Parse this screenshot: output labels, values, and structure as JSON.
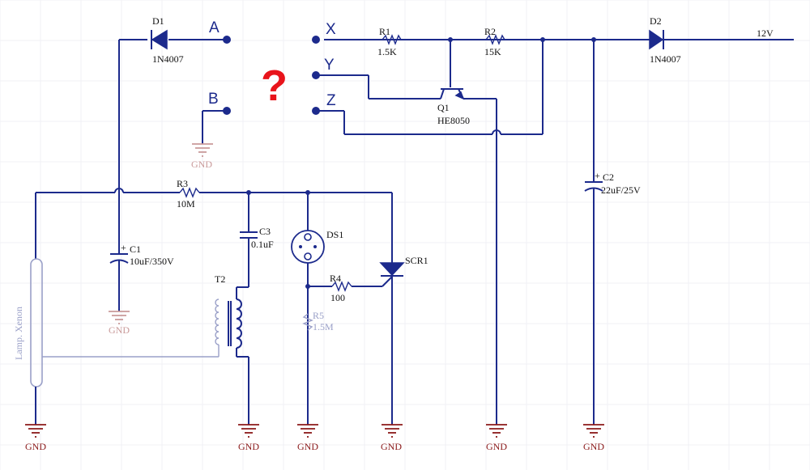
{
  "terminals": {
    "a": "A",
    "b": "B",
    "x": "X",
    "y": "Y",
    "z": "Z"
  },
  "question_mark": "?",
  "d1": {
    "ref": "D1",
    "value": "1N4007"
  },
  "d2": {
    "ref": "D2",
    "value": "1N4007"
  },
  "r1": {
    "ref": "R1",
    "value": "1.5K"
  },
  "r2": {
    "ref": "R2",
    "value": "15K"
  },
  "r3": {
    "ref": "R3",
    "value": "10M"
  },
  "r4": {
    "ref": "R4",
    "value": "100"
  },
  "r5": {
    "ref": "R5",
    "value": "1.5M"
  },
  "q1": {
    "ref": "Q1",
    "value": "HE8050"
  },
  "c1": {
    "ref": "C1",
    "value": "10uF/350V"
  },
  "c2": {
    "ref": "C2",
    "value": "22uF/25V"
  },
  "c3": {
    "ref": "C3",
    "value": "0.1uF"
  },
  "t2": {
    "ref": "T2"
  },
  "ds1": {
    "ref": "DS1"
  },
  "scr1": {
    "ref": "SCR1"
  },
  "lamp": {
    "label": "Lamp. Xenon"
  },
  "supply": {
    "label": "12V"
  },
  "ground_label": "GND"
}
